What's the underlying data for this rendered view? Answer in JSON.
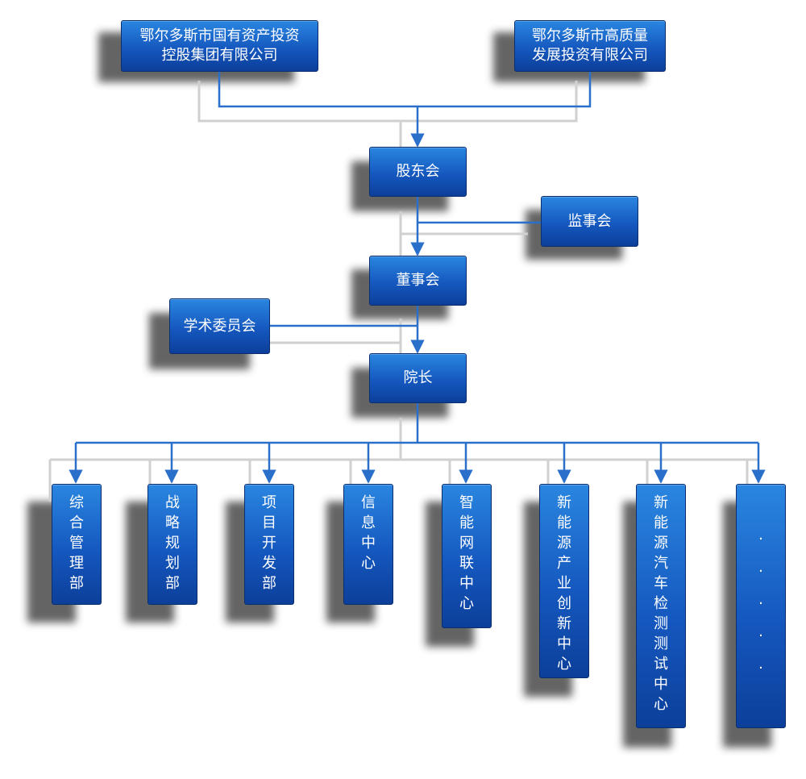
{
  "diagram": {
    "nodes": {
      "shareholder_a": "鄂尔多斯市国有资产投资\n控股集团有限公司",
      "shareholder_b": "鄂尔多斯市高质量\n发展投资有限公司",
      "shareholders_meeting": "股东会",
      "supervisory_board": "监事会",
      "board_of_directors": "董事会",
      "academic_committee": "学术委员会",
      "president": "院长",
      "departments": [
        "综\n合\n管\n理\n部",
        "战\n略\n规\n划\n部",
        "项\n目\n开\n发\n部",
        "信\n息\n中\n心",
        "智\n能\n网\n联\n中\n心",
        "新\n能\n源\n产\n业\n创\n新\n中\n心",
        "新\n能\n源\n汽\n车\n检\n测\n测\n试\n中\n心",
        "·\n·\n·\n·\n·"
      ]
    },
    "colors": {
      "box": "#1558bf",
      "connector": "#2a6fc9",
      "shadow_line": "#d0d0d0"
    }
  }
}
